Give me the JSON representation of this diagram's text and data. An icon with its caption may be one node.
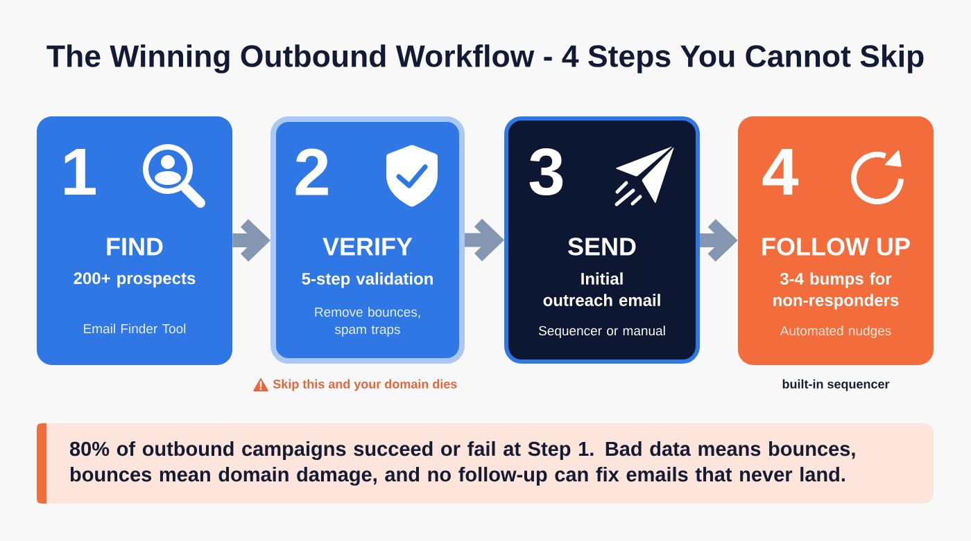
{
  "diagram": {
    "title": "The Winning Outbound Workflow - 4 Steps You Cannot Skip",
    "nodes": [
      {
        "text": [
          "1",
          "FIND",
          "200+ prospects",
          "Email Finder Tool"
        ]
      },
      {
        "text": [
          "2",
          "VERIFY",
          "5-step validation",
          "Remove bounces, spam traps"
        ],
        "beside": [
          "Skip this and your domain dies"
        ]
      },
      {
        "text": [
          "3",
          "SEND",
          "Initial outreach email",
          "Sequencer or manual"
        ]
      },
      {
        "text": [
          "4",
          "FOLLOW UP",
          "3-4 bumps for non-responders",
          "Automated nudges"
        ],
        "beside": [
          "built-in sequencer"
        ]
      },
      {
        "text": [
          "80% of outbound campaigns succeed or fail at Step 1. Bad data means bounces, bounces mean domain damage, and no follow-up can fix emails that never land."
        ]
      }
    ],
    "edges": [
      {
        "from": 0,
        "to": 1,
        "arrow": "to"
      },
      {
        "from": 1,
        "to": 2,
        "arrow": "to"
      },
      {
        "from": 2,
        "to": 3,
        "arrow": "to"
      }
    ]
  }
}
